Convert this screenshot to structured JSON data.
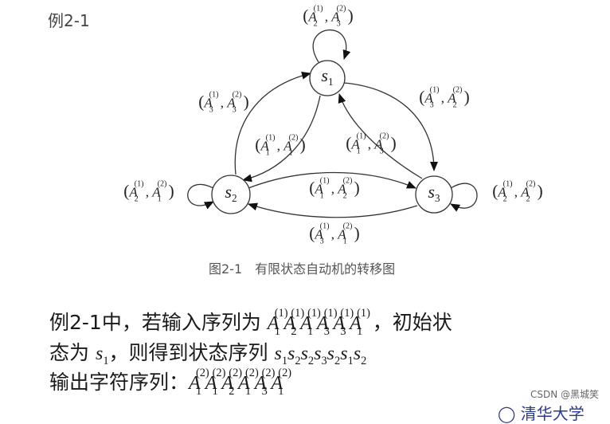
{
  "title": "例2-1",
  "diagram": {
    "nodes": [
      {
        "id": "s1",
        "base": "s",
        "sub": "1"
      },
      {
        "id": "s2",
        "base": "s",
        "sub": "2"
      },
      {
        "id": "s3",
        "base": "s",
        "sub": "3"
      }
    ],
    "edges": [
      {
        "from": "s1",
        "to": "s1",
        "input": {
          "sub": "2",
          "sup": "(1)"
        },
        "output": {
          "sub": "3",
          "sup": "(2)"
        }
      },
      {
        "from": "s1",
        "to": "s3",
        "input": {
          "sub": "3",
          "sup": "(1)"
        },
        "output": {
          "sub": "2",
          "sup": "(2)"
        }
      },
      {
        "from": "s3",
        "to": "s1",
        "input": {
          "sub": "1",
          "sup": "(1)"
        },
        "output": {
          "sub": "3",
          "sup": "(2)"
        }
      },
      {
        "from": "s1",
        "to": "s2",
        "input": {
          "sub": "1",
          "sup": "(1)"
        },
        "output": {
          "sub": "1",
          "sup": "(2)"
        }
      },
      {
        "from": "s2",
        "to": "s1",
        "input": {
          "sub": "3",
          "sup": "(1)"
        },
        "output": {
          "sub": "3",
          "sup": "(2)"
        }
      },
      {
        "from": "s2",
        "to": "s3",
        "input": {
          "sub": "1",
          "sup": "(1)"
        },
        "output": {
          "sub": "2",
          "sup": "(2)"
        }
      },
      {
        "from": "s3",
        "to": "s2",
        "input": {
          "sub": "3",
          "sup": "(1)"
        },
        "output": {
          "sub": "1",
          "sup": "(2)"
        }
      },
      {
        "from": "s2",
        "to": "s2",
        "input": {
          "sub": "2",
          "sup": "(1)"
        },
        "output": {
          "sub": "1",
          "sup": "(2)"
        }
      },
      {
        "from": "s3",
        "to": "s3",
        "input": {
          "sub": "2",
          "sup": "(1)"
        },
        "output": {
          "sub": "2",
          "sup": "(2)"
        }
      }
    ],
    "symbol": "A",
    "caption": "图2-1　有限状态自动机的转移图"
  },
  "text": {
    "line1_prefix": "例2-1中，若输入序列为",
    "line1_suffix": "，初始状",
    "line2_prefix": "态为",
    "line2_mid": "，则得到状态序列",
    "line3_prefix": "输出字符序列：",
    "input_sequence": [
      {
        "sub": "1",
        "sup": "(1)"
      },
      {
        "sub": "2",
        "sup": "(1)"
      },
      {
        "sub": "1",
        "sup": "(1)"
      },
      {
        "sub": "3",
        "sup": "(1)"
      },
      {
        "sub": "3",
        "sup": "(1)"
      },
      {
        "sub": "1",
        "sup": "(1)"
      }
    ],
    "initial_state": {
      "base": "s",
      "sub": "1"
    },
    "state_sequence": [
      "1",
      "2",
      "2",
      "3",
      "2",
      "1",
      "2"
    ],
    "output_sequence": [
      {
        "sub": "1",
        "sup": "(2)"
      },
      {
        "sub": "1",
        "sup": "(2)"
      },
      {
        "sub": "2",
        "sup": "(2)"
      },
      {
        "sub": "1",
        "sup": "(2)"
      },
      {
        "sub": "3",
        "sup": "(2)"
      },
      {
        "sub": "1",
        "sup": "(2)"
      }
    ]
  },
  "watermark": "CSDN @黑城笑",
  "logo_partial": "清华大学"
}
